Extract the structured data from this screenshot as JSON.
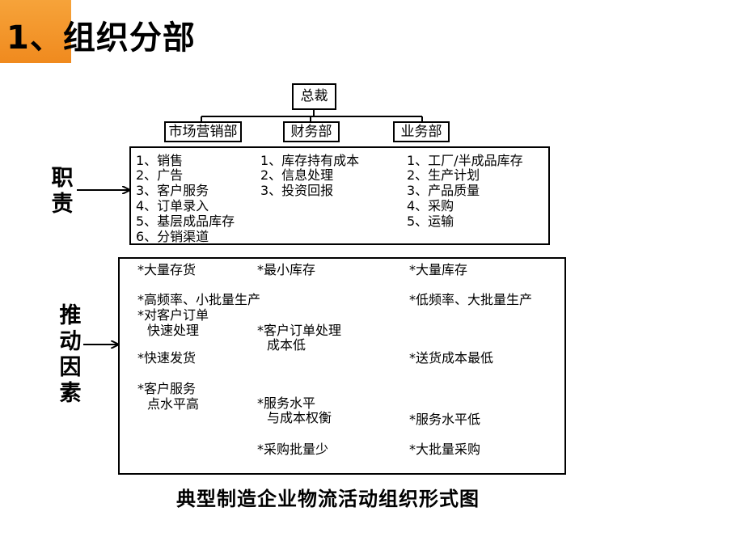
{
  "title": "1、组织分部",
  "org": {
    "root": "总裁",
    "departments": [
      "市场营销部",
      "财务部",
      "业务部"
    ]
  },
  "duties_label": "职\n责",
  "duties": {
    "marketing": [
      "1、销售",
      "2、广告",
      "3、客户服务",
      "4、订单录入",
      "5、基层成品库存",
      "6、分销渠道"
    ],
    "finance": [
      "1、库存持有成本",
      "2、信息处理",
      "3、投资回报"
    ],
    "business": [
      "1、工厂/半成品库存",
      "2、生产计划",
      "3、产品质量",
      "4、采购",
      "5、运输"
    ]
  },
  "drivers_label": "推\n动\n因\n素",
  "drivers": {
    "r1a": "*大量存货",
    "r1b": "*最小库存",
    "r1c": "*大量库存",
    "r2a": "*高频率、小批量生产",
    "r2c": "*低频率、大批量生产",
    "r3a1": "*对客户订单",
    "r3a2": "快速处理",
    "r3b1": "*客户订单处理",
    "r3b2": "成本低",
    "r4a": "*快速发货",
    "r4c": "*送货成本最低",
    "r5a1": "*客户服务",
    "r5a2": "点水平高",
    "r5b1": "*服务水平",
    "r5b2": "与成本权衡",
    "r5c": "*服务水平低",
    "r6b": "*采购批量少",
    "r6c": "*大批量采购"
  },
  "caption": "典型制造企业物流活动组织形式图"
}
